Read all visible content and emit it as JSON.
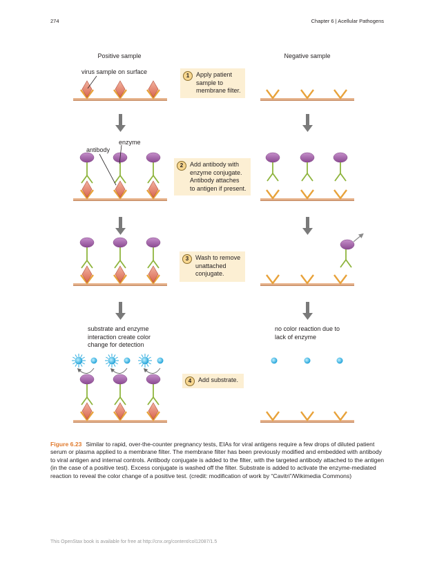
{
  "header": {
    "page_number": "274",
    "chapter": "Chapter 6 | Acellular Pathogens"
  },
  "columns": {
    "positive": "Positive sample",
    "negative": "Negative sample"
  },
  "labels": {
    "virus_sample": "virus sample on surface",
    "enzyme": "enzyme",
    "antibody": "antibody",
    "substrate_interaction": "substrate and enzyme\ninteraction create color\nchange for detection",
    "no_color": "no color reaction due to\nlack of enzyme"
  },
  "steps": [
    {
      "number": "1",
      "text": "Apply patient\nsample to\nmembrane filter."
    },
    {
      "number": "2",
      "text": "Add antibody with\nenzyme conjugate.\nAntibody attaches\nto antigen if present."
    },
    {
      "number": "3",
      "text": "Wash to remove\nunattached\nconjugate."
    },
    {
      "number": "4",
      "text": "Add substrate."
    }
  ],
  "caption": {
    "figure_label": "Figure 6.23",
    "text": "Similar to rapid, over-the-counter pregnancy tests, EIAs for viral antigens require a few drops of diluted patient serum or plasma applied to a membrane filter. The membrane filter has been previously modified and embedded with antibody to viral antigen and internal controls. Antibody conjugate is added to the filter, with the targeted antibody attached to the antigen (in the case of a positive test). Excess conjugate is washed off the filter. Substrate is added to activate the enzyme-mediated reaction to reveal the color change of a positive test. (credit: modification of work by “Cavitri”/Wikimedia Commons)"
  },
  "footer": {
    "text": "This OpenStax book is available for free at http://cnx.org/content/col12087/1.5"
  },
  "colors": {
    "membrane_top": "#e8b58e",
    "membrane_bottom": "#c98f68",
    "capture_antibody": "#e8a23a",
    "antigen": "#e27b6a",
    "detection_antibody": "#8eb43c",
    "enzyme": "#9b5aa0",
    "arrow": "#7a7a7a",
    "substrate": "#2aa9de",
    "step_box": "#fcefd3",
    "figure_label": "#e0792b"
  }
}
